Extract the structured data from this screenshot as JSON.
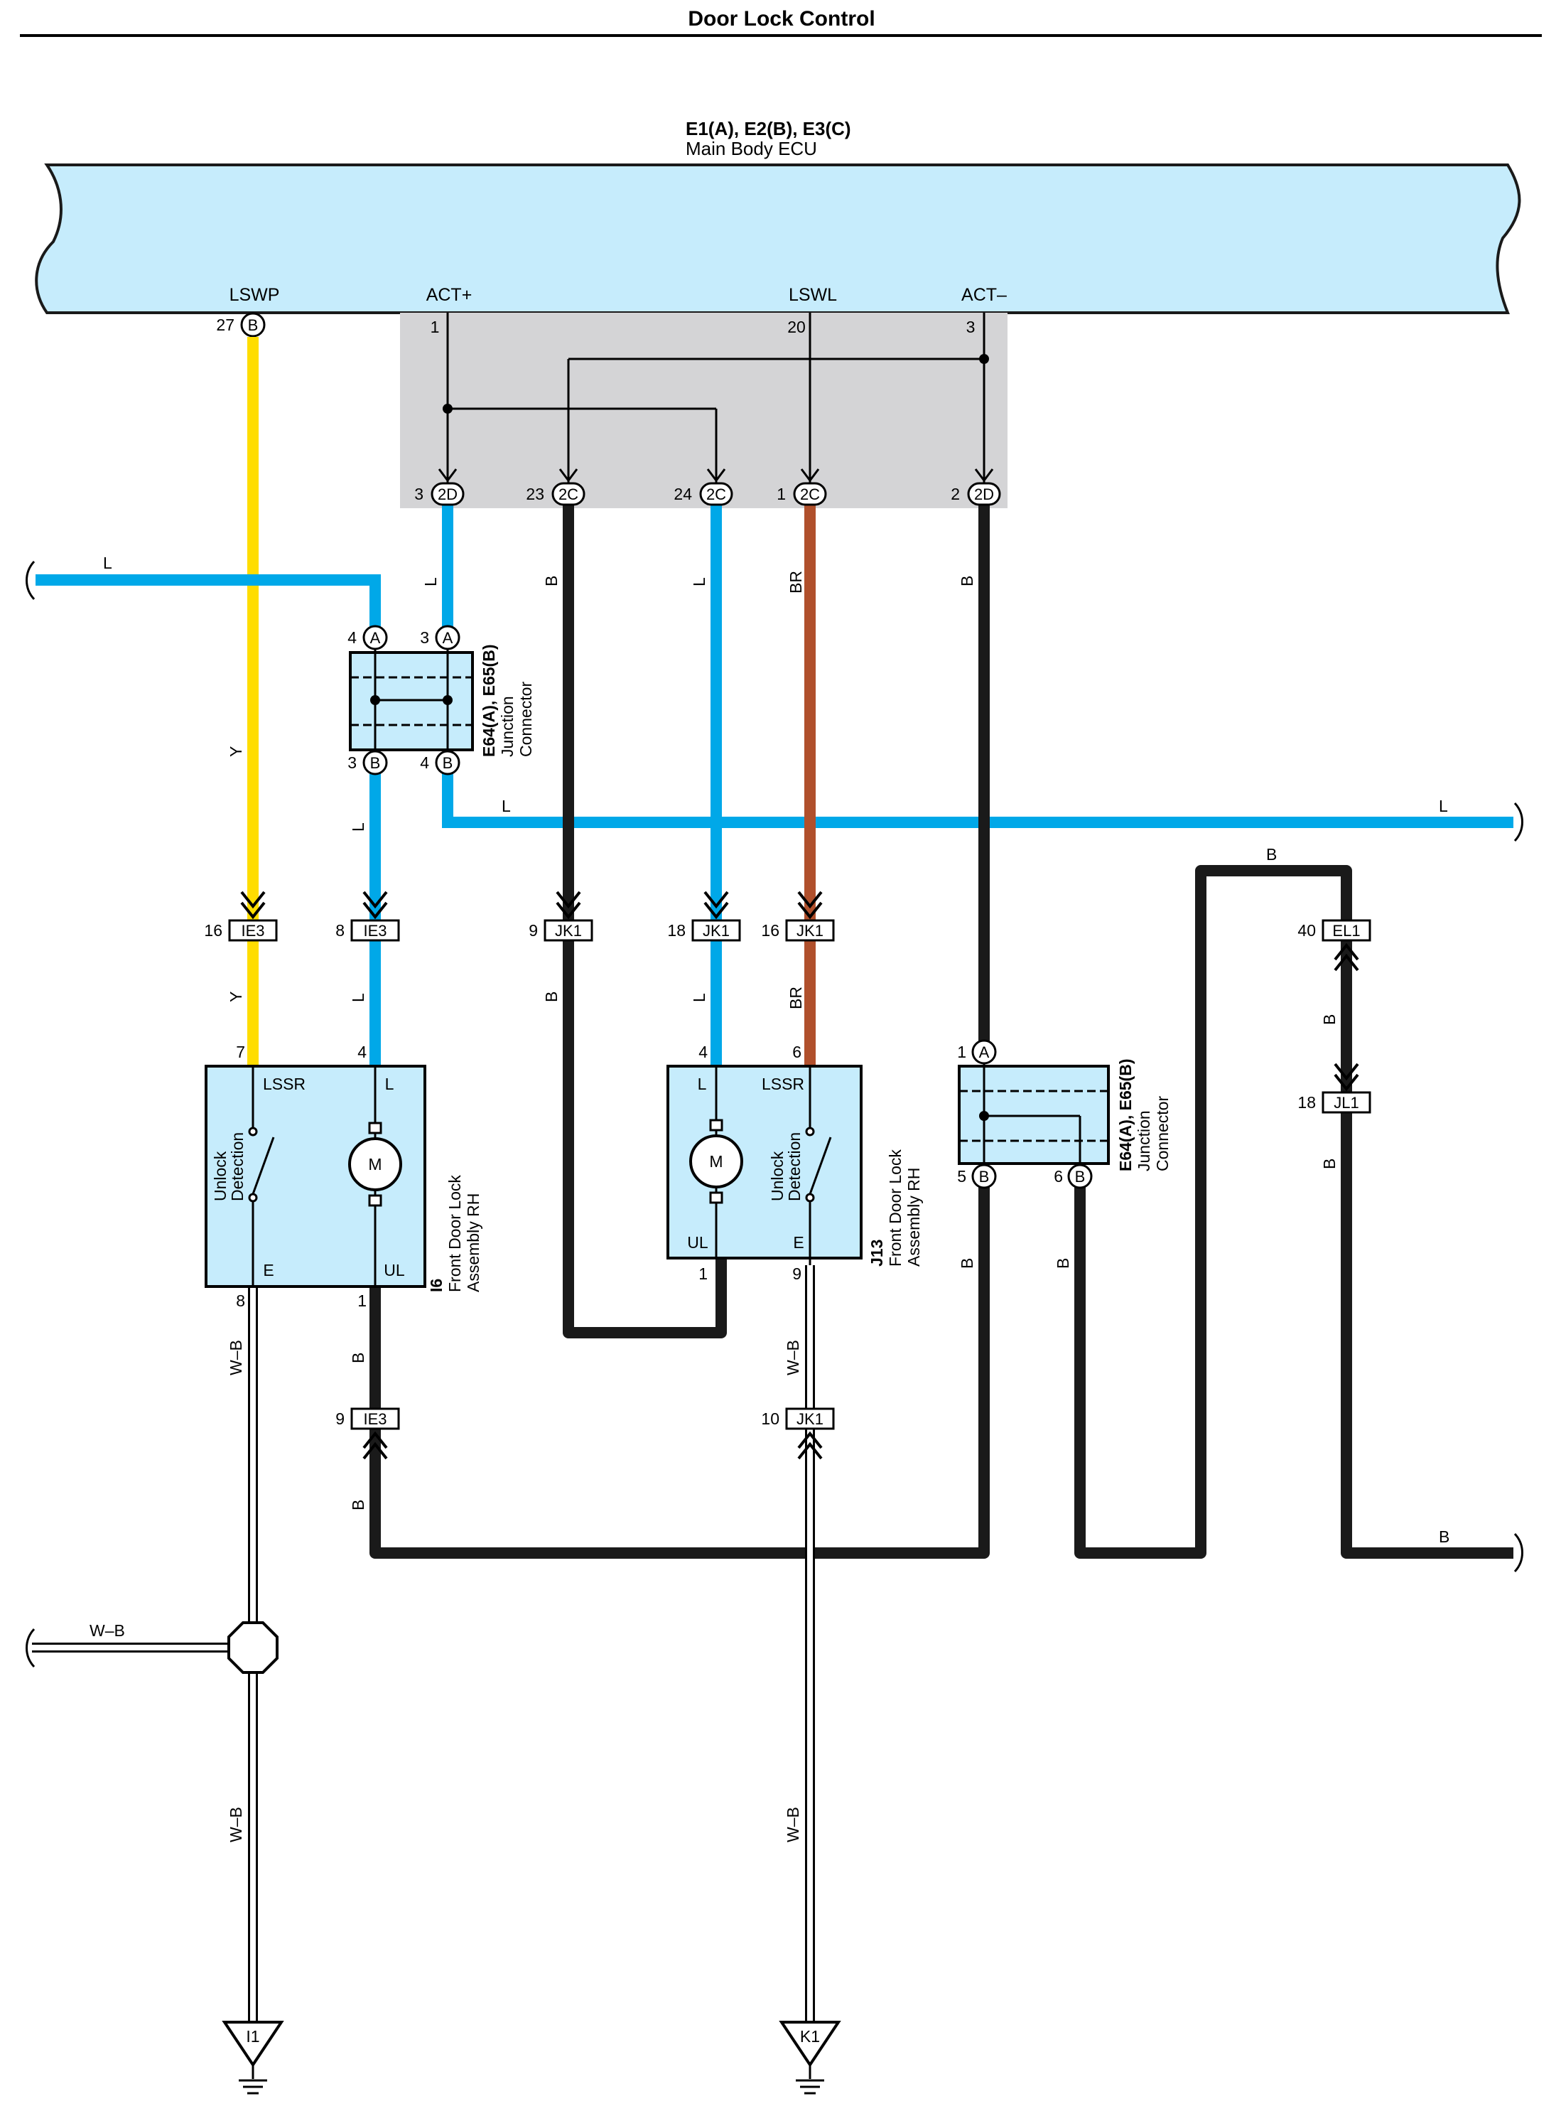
{
  "title": "Door Lock Control",
  "colors": {
    "Y": "#ffdd00",
    "L": "#00a8e8",
    "B": "#1a1a1a",
    "BR": "#b0502c",
    "W-B": "#ffffff",
    "ecu_fill": "#c6ecfc",
    "gray_box": "#d4d4d6"
  },
  "ecu": {
    "connectors": "E1(A), E2(B), E3(C)",
    "name": "Main Body ECU",
    "terminals": [
      {
        "name": "LSWP",
        "pin": "27",
        "conn": "B"
      },
      {
        "name": "ACT+",
        "pin": "1"
      },
      {
        "name": "LSWL",
        "pin": "20"
      },
      {
        "name": "ACT–",
        "pin": "3"
      }
    ]
  },
  "ecu_connectors": [
    {
      "pin": "3",
      "id": "2D"
    },
    {
      "pin": "23",
      "id": "2C"
    },
    {
      "pin": "24",
      "id": "2C"
    },
    {
      "pin": "1",
      "id": "2C"
    },
    {
      "pin": "2",
      "id": "2D"
    }
  ],
  "junction_top": {
    "name": "E64(A), E65(B)",
    "desc1": "Junction",
    "desc2": "Connector",
    "pins": [
      {
        "pin": "4",
        "c": "A"
      },
      {
        "pin": "3",
        "c": "A"
      },
      {
        "pin": "3",
        "c": "B"
      },
      {
        "pin": "4",
        "c": "B"
      }
    ]
  },
  "junction_right": {
    "name": "E64(A), E65(B)",
    "desc1": "Junction",
    "desc2": "Connector",
    "pins": [
      {
        "pin": "1",
        "c": "A"
      },
      {
        "pin": "5",
        "c": "B"
      },
      {
        "pin": "6",
        "c": "B"
      }
    ]
  },
  "inline_connectors": [
    {
      "pin": "16",
      "id": "IE3"
    },
    {
      "pin": "8",
      "id": "IE3"
    },
    {
      "pin": "9",
      "id": "JK1"
    },
    {
      "pin": "18",
      "id": "JK1"
    },
    {
      "pin": "16",
      "id": "JK1"
    },
    {
      "pin": "40",
      "id": "EL1"
    },
    {
      "pin": "18",
      "id": "JL1"
    },
    {
      "pin": "9",
      "id": "IE3"
    },
    {
      "pin": "10",
      "id": "JK1"
    }
  ],
  "wire_labels": {
    "L": "L",
    "B": "B",
    "BR": "BR",
    "Y": "Y",
    "WB": "W–B"
  },
  "assy_rh": {
    "id": "I6",
    "name1": "Front Door Lock",
    "name2": "Assembly RH",
    "lssr": "LSSR",
    "l": "L",
    "e": "E",
    "ul": "UL",
    "sw1": "Unlock",
    "sw2": "Detection",
    "motor": "M",
    "pins": {
      "lssr": "7",
      "l": "4",
      "e": "8",
      "ul": "1"
    }
  },
  "assy_j13": {
    "id": "J13",
    "name1": "Front Door Lock",
    "name2": "Assembly RH",
    "lssr": "LSSR",
    "l": "L",
    "e": "E",
    "ul": "UL",
    "sw1": "Unlock",
    "sw2": "Detection",
    "motor": "M",
    "pins": {
      "l": "4",
      "lssr": "6",
      "ul": "1",
      "e": "9"
    }
  },
  "grounds": [
    {
      "id": "I1"
    },
    {
      "id": "K1"
    }
  ]
}
